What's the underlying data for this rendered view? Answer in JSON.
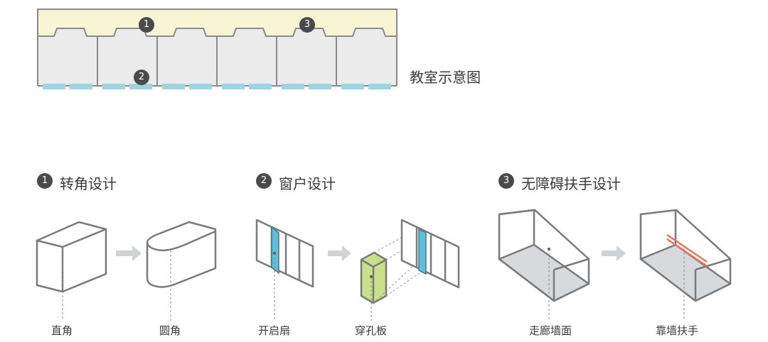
{
  "plan": {
    "caption": "教室示意图",
    "markers": [
      "1",
      "2",
      "3"
    ]
  },
  "sections": [
    {
      "number": "1",
      "title": "转角设计",
      "captions": [
        "直角",
        "圆角"
      ]
    },
    {
      "number": "2",
      "title": "窗户设计",
      "captions": [
        "开启扇",
        "穿孔板"
      ]
    },
    {
      "number": "3",
      "title": "无障碍扶手设计",
      "captions": [
        "走廊墙面",
        "靠墙扶手"
      ]
    }
  ],
  "colors": {
    "corridor": "#f8f4d6",
    "classroom": "#ebebeb",
    "window": "#9fd4e0",
    "outline": "#8a8a8a",
    "glass": "#5bc0de",
    "panel": "#c8e08a",
    "floor": "#d6dadd",
    "handrail": "#e8735a",
    "badge": "#4a4a4a",
    "arrow": "#cfd3d6"
  }
}
